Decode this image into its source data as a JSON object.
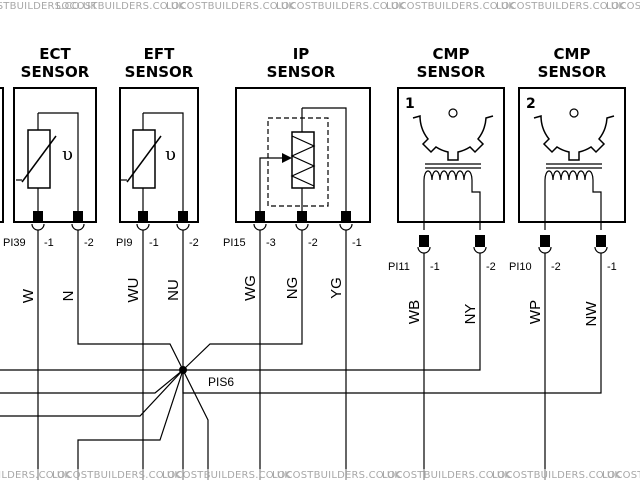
{
  "watermark": "LOCOSTBUILDERS.CO.UK",
  "sensors": [
    {
      "line1": "ECT",
      "line2": "SENSOR"
    },
    {
      "line1": "EFT",
      "line2": "SENSOR"
    },
    {
      "line1": "IP",
      "line2": "SENSOR"
    },
    {
      "line1": "CMP",
      "line2": "SENSOR"
    },
    {
      "line1": "CMP",
      "line2": "SENSOR"
    }
  ],
  "thermistor_symbol": "υ",
  "cmp_numbers": [
    "1",
    "2"
  ],
  "connectors": [
    "PI39",
    "PI9",
    "PI15",
    "PI11",
    "PI10"
  ],
  "pins": {
    "ect": [
      "-1",
      "-2"
    ],
    "eft": [
      "-1",
      "-2"
    ],
    "ip": [
      "-3",
      "-2",
      "-1"
    ],
    "cmp1": [
      "-1",
      "-2"
    ],
    "cmp2": [
      "-2",
      "-1"
    ]
  },
  "wires": {
    "ect": [
      "W",
      "N"
    ],
    "eft": [
      "WU",
      "NU"
    ],
    "ip": [
      "WG",
      "NG",
      "YG"
    ],
    "cmp1": [
      "WB",
      "NY"
    ],
    "cmp2": [
      "WP",
      "NW"
    ]
  },
  "splice": "PIS6"
}
